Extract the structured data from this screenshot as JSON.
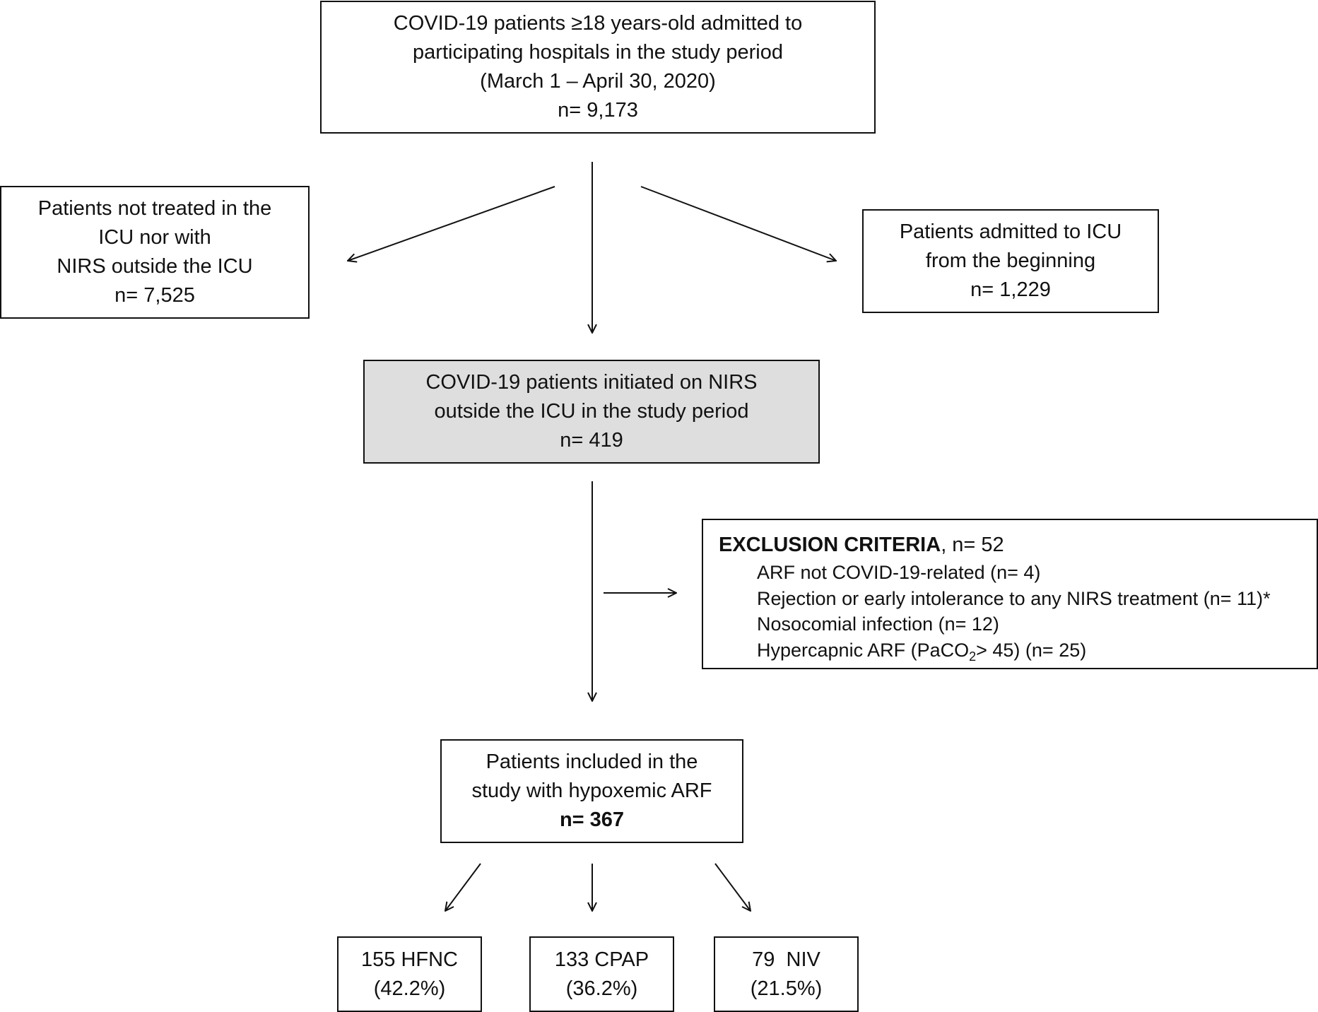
{
  "boxes": {
    "top": {
      "lines": [
        "COVID-19 patients ≥18 years-old admitted to",
        "participating hospitals in the study period",
        "(March 1 – April 30, 2020)",
        "n= 9,173"
      ]
    },
    "left": {
      "lines": [
        "Patients not treated in the",
        "ICU nor with",
        "NIRS outside the ICU",
        "n= 7,525"
      ]
    },
    "right": {
      "lines": [
        "Patients admitted to ICU",
        "from the beginning",
        "n= 1,229"
      ]
    },
    "middle": {
      "lines": [
        "COVID-19 patients initiated on NIRS",
        "outside the ICU in the study period",
        "n= 419"
      ]
    },
    "exclusion": {
      "title": "EXCLUSION CRITERIA",
      "count": ", n= 52",
      "items": [
        "ARF not COVID-19-related (n= 4)",
        "Rejection or early intolerance to any NIRS treatment (n= 11)*",
        "Nosocomial infection (n= 12)"
      ],
      "hypercapnic": {
        "before": "Hypercapnic ARF (PaCO",
        "sub": "2",
        "after": "> 45) (n= 25)"
      }
    },
    "included": {
      "lines": [
        "Patients included in the",
        "study with hypoxemic ARF"
      ],
      "count": "n= 367"
    },
    "hfnc": {
      "lines": [
        "155 HFNC",
        "(42.2%)"
      ]
    },
    "cpap": {
      "lines": [
        "133 CPAP",
        "(36.2%)"
      ]
    },
    "niv": {
      "lines": [
        "79  NIV",
        "(21.5%)"
      ]
    }
  },
  "colors": {
    "stroke": "#111111",
    "highlight_fill": "#dedede"
  }
}
